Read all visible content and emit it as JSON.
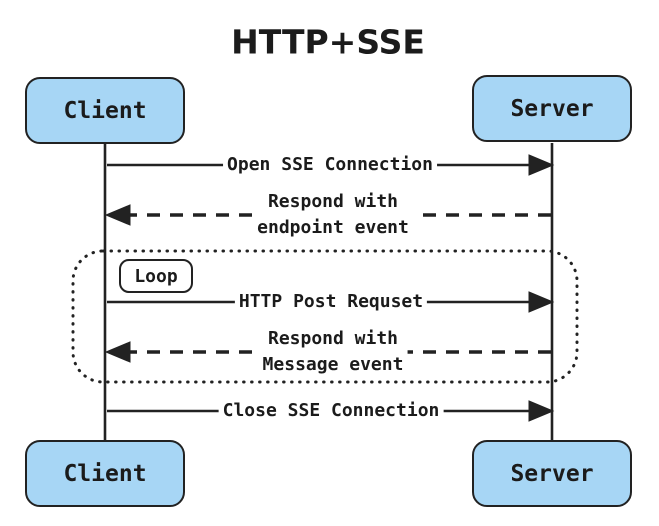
{
  "diagram": {
    "title": "HTTP+SSE",
    "actors": {
      "top_left": "Client",
      "top_right": "Server",
      "bottom_left": "Client",
      "bottom_right": "Server"
    },
    "loop": {
      "label": "Loop"
    },
    "messages": [
      {
        "label": "Open SSE Connection",
        "from": "Client",
        "to": "Server",
        "style": "solid"
      },
      {
        "line1": "Respond with",
        "line2": "endpoint event",
        "from": "Server",
        "to": "Client",
        "style": "dashed"
      },
      {
        "label": "HTTP Post Requset",
        "from": "Client",
        "to": "Server",
        "style": "solid",
        "in_loop": true
      },
      {
        "line1": "Respond with",
        "line2": "Message event",
        "from": "Server",
        "to": "Client",
        "style": "dashed",
        "in_loop": true
      },
      {
        "label": "Close SSE Connection",
        "from": "Client",
        "to": "Server",
        "style": "solid"
      }
    ],
    "colors": {
      "actor_fill": "#a7d6f5",
      "stroke": "#222222",
      "text": "#1b1b1b",
      "background": "#ffffff"
    }
  }
}
